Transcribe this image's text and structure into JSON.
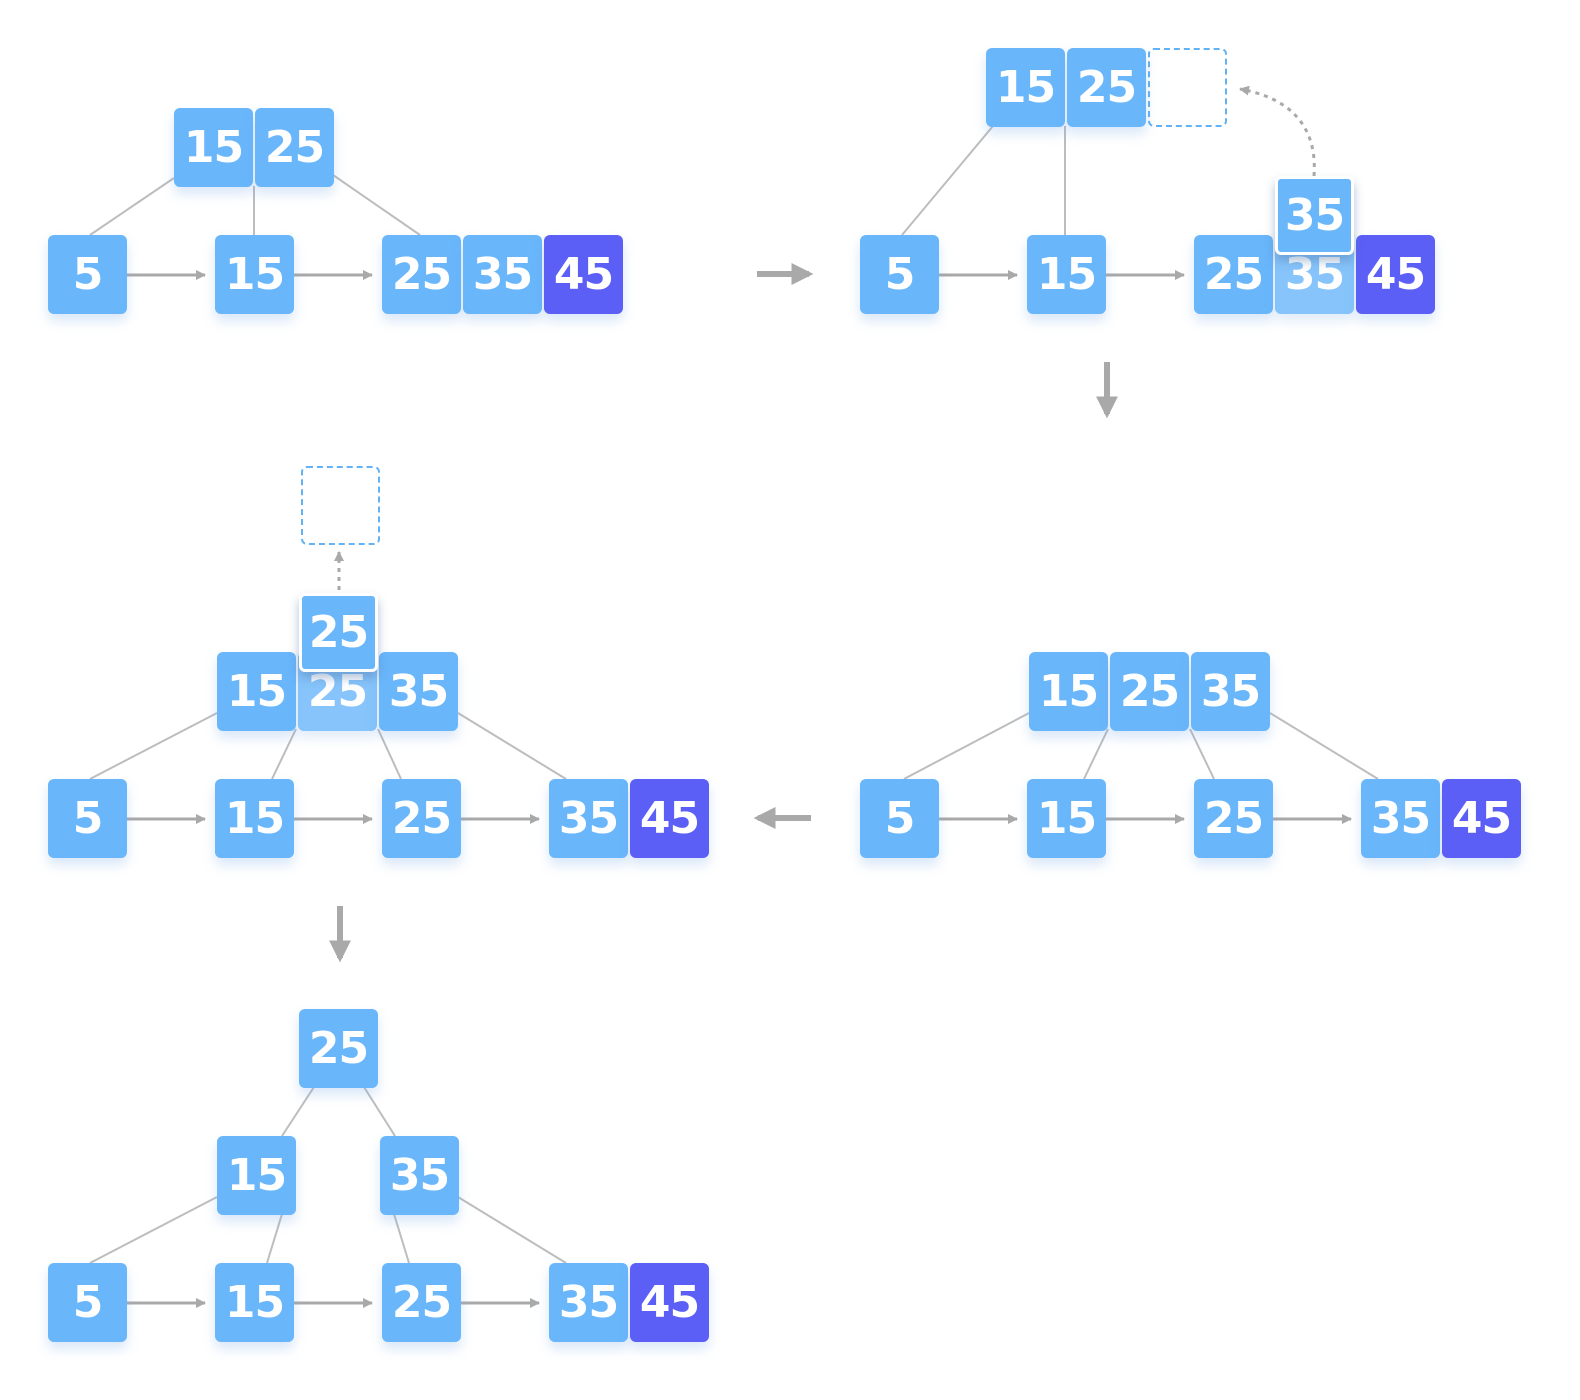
{
  "colors": {
    "key_fill": "#69b6fb",
    "highlight_fill": "#5b5ff6",
    "key_text": "#ffffff",
    "edge_line": "#bdbdbd",
    "arrow": "#a9a9a9",
    "step_arrow": "#a9a9a9",
    "placeholder_border": "#62b2f4"
  },
  "icons": {
    "step_arrow": "thick-arrow",
    "leaf_link": "right-arrow",
    "promotion": "dashed-arrow",
    "placeholder": "dashed-box"
  },
  "diagram": {
    "steps": [
      {
        "id": "step-1",
        "nodes": [
          {
            "id": "root",
            "keys": [
              15,
              25
            ]
          },
          {
            "id": "leaf-a",
            "keys": [
              5
            ]
          },
          {
            "id": "leaf-b",
            "keys": [
              15
            ]
          },
          {
            "id": "leaf-c",
            "keys": [
              25,
              35,
              45
            ],
            "highlight": [
              45
            ]
          }
        ]
      },
      {
        "id": "step-2",
        "nodes": [
          {
            "id": "root",
            "keys": [
              15,
              25
            ],
            "empty_slot": true
          },
          {
            "id": "leaf-a",
            "keys": [
              5
            ]
          },
          {
            "id": "leaf-b",
            "keys": [
              15
            ]
          },
          {
            "id": "leaf-c",
            "keys": [
              25,
              35,
              45
            ],
            "highlight": [
              45
            ]
          },
          {
            "id": "promoted",
            "keys": [
              35
            ]
          }
        ]
      },
      {
        "id": "step-3",
        "nodes": [
          {
            "id": "root",
            "keys": [
              15,
              25,
              35
            ]
          },
          {
            "id": "leaf-a",
            "keys": [
              5
            ]
          },
          {
            "id": "leaf-b",
            "keys": [
              15
            ]
          },
          {
            "id": "leaf-c",
            "keys": [
              25
            ]
          },
          {
            "id": "leaf-d",
            "keys": [
              35,
              45
            ],
            "highlight": [
              45
            ]
          }
        ]
      },
      {
        "id": "step-4",
        "nodes": [
          {
            "id": "root",
            "keys": [
              15,
              25,
              35
            ]
          },
          {
            "id": "new-root-slot",
            "keys": []
          },
          {
            "id": "promoted",
            "keys": [
              25
            ]
          },
          {
            "id": "leaf-a",
            "keys": [
              5
            ]
          },
          {
            "id": "leaf-b",
            "keys": [
              15
            ]
          },
          {
            "id": "leaf-c",
            "keys": [
              25
            ]
          },
          {
            "id": "leaf-d",
            "keys": [
              35,
              45
            ],
            "highlight": [
              45
            ]
          }
        ]
      },
      {
        "id": "step-5",
        "nodes": [
          {
            "id": "root",
            "keys": [
              25
            ]
          },
          {
            "id": "inner-left",
            "keys": [
              15
            ]
          },
          {
            "id": "inner-right",
            "keys": [
              35
            ]
          },
          {
            "id": "leaf-a",
            "keys": [
              5
            ]
          },
          {
            "id": "leaf-b",
            "keys": [
              15
            ]
          },
          {
            "id": "leaf-c",
            "keys": [
              25
            ]
          },
          {
            "id": "leaf-d",
            "keys": [
              35,
              45
            ],
            "highlight": [
              45
            ]
          }
        ]
      }
    ]
  }
}
